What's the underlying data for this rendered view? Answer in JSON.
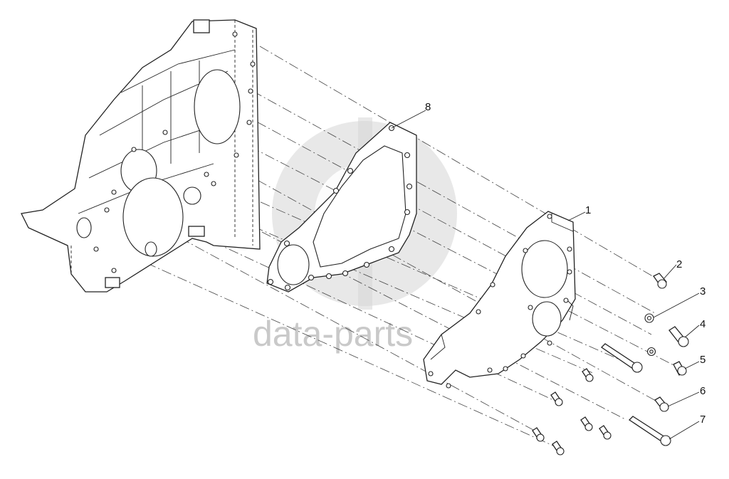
{
  "watermark": {
    "text": "data-parts",
    "color": "#c9c9c9"
  },
  "callouts": [
    {
      "id": "1",
      "label": "1"
    },
    {
      "id": "2",
      "label": "2"
    },
    {
      "id": "3",
      "label": "3"
    },
    {
      "id": "4",
      "label": "4"
    },
    {
      "id": "5",
      "label": "5"
    },
    {
      "id": "6",
      "label": "6"
    },
    {
      "id": "7",
      "label": "7"
    },
    {
      "id": "8",
      "label": "8"
    }
  ]
}
